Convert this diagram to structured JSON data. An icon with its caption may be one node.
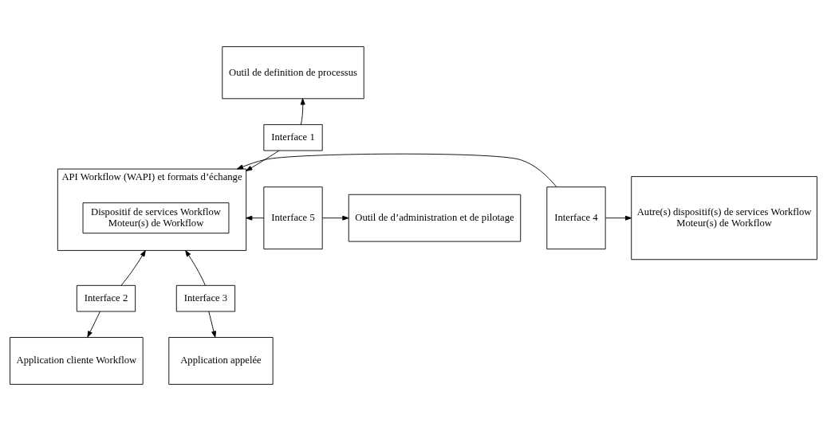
{
  "diagram": {
    "nodes": [
      {
        "text": [
          "Outil de definition de processus"
        ]
      },
      {
        "text": [
          "Interface 1"
        ]
      },
      {
        "text": [
          "API Workflow (WAPI) et formats d’échange"
        ]
      },
      {
        "text": [
          "Dispositif de services Workflow",
          "Moteur(s) de Workflow"
        ],
        "in": 2
      },
      {
        "text": [
          "Interface 5"
        ]
      },
      {
        "text": [
          "Outil de d’administration et de pilotage"
        ]
      },
      {
        "text": [
          "Interface 4"
        ]
      },
      {
        "text": [
          "Autre(s) dispositif(s) de services Workflow",
          "Moteur(s) de Workflow"
        ]
      },
      {
        "text": [
          "Interface 2"
        ]
      },
      {
        "text": [
          "Interface 3"
        ]
      },
      {
        "text": [
          "Application cliente Workflow"
        ]
      },
      {
        "text": [
          "Application appelée"
        ]
      }
    ],
    "edges": [
      {
        "from": 1,
        "to": 0,
        "arrow": "to"
      },
      {
        "from": 1,
        "to": 2,
        "arrow": "to"
      },
      {
        "from": 4,
        "to": 5,
        "arrow": "to"
      },
      {
        "from": 4,
        "to": 2,
        "arrow": "to"
      },
      {
        "from": 6,
        "to": 2,
        "arrow": "to"
      },
      {
        "from": 6,
        "to": 7,
        "arrow": "to"
      },
      {
        "from": 8,
        "to": 2,
        "arrow": "to"
      },
      {
        "from": 8,
        "to": 10,
        "arrow": "to"
      },
      {
        "from": 9,
        "to": 2,
        "arrow": "to"
      },
      {
        "from": 9,
        "to": 11,
        "arrow": "to"
      }
    ]
  }
}
